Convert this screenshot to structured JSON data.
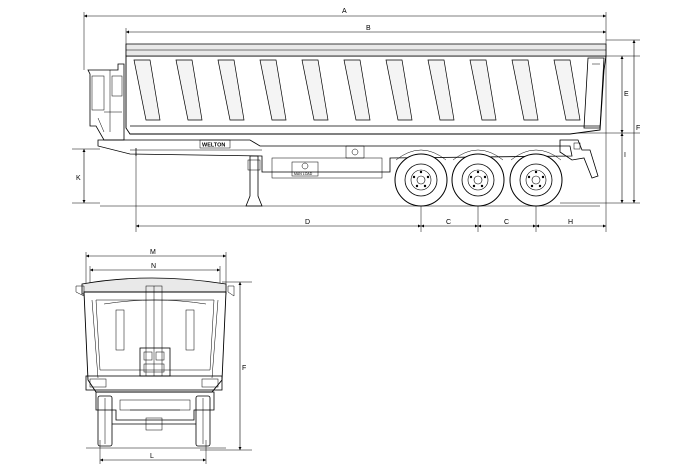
{
  "dimension_labels": {
    "A": "A",
    "B": "B",
    "C1": "C",
    "C2": "C",
    "D": "D",
    "E": "E",
    "F_side": "F",
    "F_rear": "F",
    "H": "H",
    "I": "I",
    "K": "K",
    "L": "L",
    "M": "M",
    "N": "N"
  },
  "brand_plate": "WELTON",
  "plate_small": "MAN LOAD"
}
